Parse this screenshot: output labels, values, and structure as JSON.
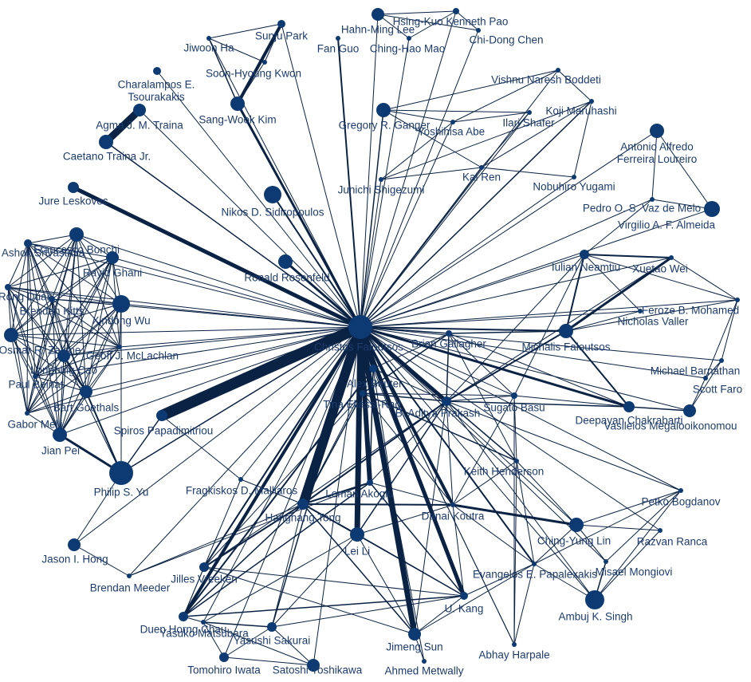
{
  "graph": {
    "nodes": [
      {
        "id": "christos-faloutsos",
        "label": "Christos Faloutsos"
      },
      {
        "id": "hahn-ming-lee",
        "label": "Hahn-Ming Lee"
      },
      {
        "id": "hsing-kuo-kenneth-pao",
        "label": "Hsing-Kuo Kenneth Pao"
      },
      {
        "id": "chi-dong-chen",
        "label": "Chi-Dong Chen"
      },
      {
        "id": "fan-guo",
        "label": "Fan Guo"
      },
      {
        "id": "ching-hao-mao",
        "label": "Ching-Hao Mao"
      },
      {
        "id": "sunju-park",
        "label": "Sunju Park"
      },
      {
        "id": "jiwoon-ha",
        "label": "Jiwoon Ha"
      },
      {
        "id": "soon-hyoung-kwon",
        "label": "Soon-Hyoung Kwon"
      },
      {
        "id": "sang-wook-kim",
        "label": "Sang-Wook Kim"
      },
      {
        "id": "charalampos-tsourakakis",
        "label": "Charalampos E. Tsourakakis"
      },
      {
        "id": "agma-traina",
        "label": "Agma J. M. Traina"
      },
      {
        "id": "caetano-traina",
        "label": "Caetano Traina Jr."
      },
      {
        "id": "vishnu-boddeti",
        "label": "Vishnu Naresh Boddeti"
      },
      {
        "id": "koji-maruhashi",
        "label": "Koji Maruhashi"
      },
      {
        "id": "ilari-shafer",
        "label": "Ilari Shafer"
      },
      {
        "id": "gregory-ganger",
        "label": "Gregory R. Ganger"
      },
      {
        "id": "yoshihisa-abe",
        "label": "Yoshihisa Abe"
      },
      {
        "id": "antonio-loureiro",
        "label": "Antonio Alfredo Ferreira Loureiro"
      },
      {
        "id": "junichi-shigezumi",
        "label": "Junichi Shigezumi"
      },
      {
        "id": "kai-ren",
        "label": "Kai Ren"
      },
      {
        "id": "nobuhiro-yugami",
        "label": "Nobuhiro Yugami"
      },
      {
        "id": "jure-leskovec",
        "label": "Jure Leskovec"
      },
      {
        "id": "nikos-sidiropoulos",
        "label": "Nikos D. Sidiropoulos"
      },
      {
        "id": "pedro-vaz-de-melo",
        "label": "Pedro O. S. Vaz de Melo"
      },
      {
        "id": "virgilio-almeida",
        "label": "Virgilio A. F. Almeida"
      },
      {
        "id": "ashok-srivastava",
        "label": "Ashok Srivastava"
      },
      {
        "id": "francesco-bonchi",
        "label": "Francesco Bonchi"
      },
      {
        "id": "rayid-ghani",
        "label": "Rayid Ghani"
      },
      {
        "id": "ronald-rosenfeld",
        "label": "Ronald Rosenfeld"
      },
      {
        "id": "iulian-neamtiu",
        "label": "Iulian Neamtiu"
      },
      {
        "id": "xuetao-wei",
        "label": "Xuetao Wei"
      },
      {
        "id": "rong-duan",
        "label": "Rong Duan"
      },
      {
        "id": "brendan-kitts",
        "label": "Brendan Kitts"
      },
      {
        "id": "xindong-wu",
        "label": "Xindong Wu"
      },
      {
        "id": "feroze-mohamed",
        "label": "Feroze B. Mohamed"
      },
      {
        "id": "nicholas-valler",
        "label": "Nicholas Valler"
      },
      {
        "id": "osmar-zaiane",
        "label": "Osmar R. Zaiane"
      },
      {
        "id": "geoff-mclachlan",
        "label": "Geoff J. McLachlan"
      },
      {
        "id": "brian-gallagher",
        "label": "Brian Gallagher"
      },
      {
        "id": "michalis-faloutsos",
        "label": "Michalis Faloutsos"
      },
      {
        "id": "longbing-cao",
        "label": "Longbing Cao"
      },
      {
        "id": "michael-barnathan",
        "label": "Michael Barnathan"
      },
      {
        "id": "paul-beinat",
        "label": "Paul Beinat"
      },
      {
        "id": "alex-beutel",
        "label": "Alex Beutel"
      },
      {
        "id": "scott-faro",
        "label": "Scott Faro"
      },
      {
        "id": "bart-goethals",
        "label": "Bart Goethals"
      },
      {
        "id": "tina-eliassi-rad",
        "label": "Tina Eliassi-Rad"
      },
      {
        "id": "b-aditya-prakash",
        "label": "B. Aditya Prakash"
      },
      {
        "id": "sugato-basu",
        "label": "Sugato Basu"
      },
      {
        "id": "deepayan-chakrabarti",
        "label": "Deepayan Chakrabarti"
      },
      {
        "id": "gabor-melli",
        "label": "Gabor Melli"
      },
      {
        "id": "spiros-papadimitriou",
        "label": "Spiros Papadimitriou"
      },
      {
        "id": "vasileios-megalooikonomou",
        "label": "Vasileios Megalooikonomou"
      },
      {
        "id": "jian-pei",
        "label": "Jian Pei"
      },
      {
        "id": "keith-henderson",
        "label": "Keith Henderson"
      },
      {
        "id": "philip-yu",
        "label": "Philip S. Yu"
      },
      {
        "id": "fragkiskos-malliaros",
        "label": "Fragkiskos D. Malliaros"
      },
      {
        "id": "leman-akoglu",
        "label": "Leman Akoglu"
      },
      {
        "id": "petko-bogdanov",
        "label": "Petko Bogdanov"
      },
      {
        "id": "hanghang-tong",
        "label": "Hanghang Tong"
      },
      {
        "id": "danai-koutra",
        "label": "Danai Koutra"
      },
      {
        "id": "lei-li",
        "label": "Lei Li"
      },
      {
        "id": "ching-yung-lin",
        "label": "Ching-Yung Lin"
      },
      {
        "id": "razvan-ranca",
        "label": "Razvan Ranca"
      },
      {
        "id": "jason-hong",
        "label": "Jason I. Hong"
      },
      {
        "id": "evangelos-papalexakis",
        "label": "Evangelos E. Papalexakis"
      },
      {
        "id": "misael-mongiovi",
        "label": "Misael Mongiovi"
      },
      {
        "id": "brendan-meeder",
        "label": "Brendan Meeder"
      },
      {
        "id": "jilles-vreeken",
        "label": "Jilles Vreeken"
      },
      {
        "id": "ambuj-singh",
        "label": "Ambuj K. Singh"
      },
      {
        "id": "u-kang",
        "label": "U. Kang"
      },
      {
        "id": "duen-horng-chau",
        "label": "Duen Horng Chau"
      },
      {
        "id": "yasuko-matsubara",
        "label": "Yasuko Matsubara"
      },
      {
        "id": "yasushi-sakurai",
        "label": "Yasushi Sakurai"
      },
      {
        "id": "jimeng-sun",
        "label": "Jimeng Sun"
      },
      {
        "id": "abhay-harpale",
        "label": "Abhay Harpale"
      },
      {
        "id": "tomohiro-iwata",
        "label": "Tomohiro Iwata"
      },
      {
        "id": "satoshi-yoshikawa",
        "label": "Satoshi Yoshikawa"
      },
      {
        "id": "ahmed-metwally",
        "label": "Ahmed Metwally"
      }
    ]
  }
}
